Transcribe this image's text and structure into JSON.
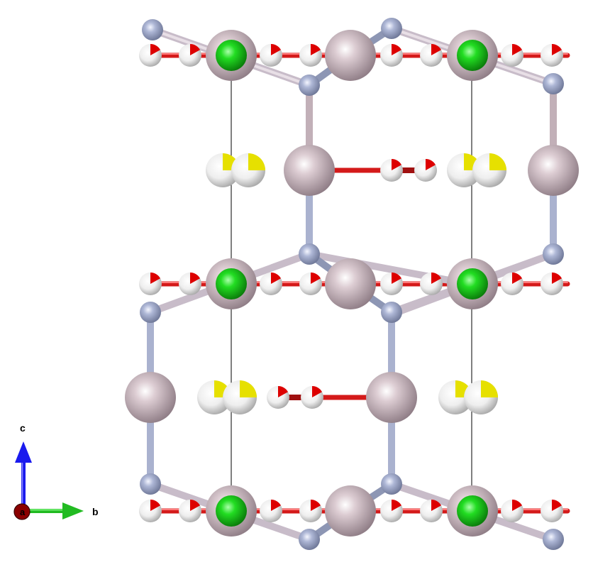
{
  "axes": {
    "a_label": "a",
    "b_label": "b",
    "c_label": "c",
    "a_color": "#8b0000",
    "b_color": "#22bb22",
    "c_color": "#1a1aee"
  },
  "colors": {
    "metal_large": "#c7b3bb",
    "metal_large_edge": "#8d7a84",
    "green_atom": "#22dd22",
    "blue_atom": "#a9b2d1",
    "blue_atom_edge": "#7f88a8",
    "white_atom": "#f0f0f0",
    "oxygen_wedge": "#dd0000",
    "sulfur_wedge": "#e6e000",
    "bond_red": "#e02020",
    "bond_darkred": "#a01010",
    "cell_edge": "#000000"
  },
  "atom_types": [
    "large-metal",
    "green-metal",
    "blue-atom",
    "partial-oxygen",
    "partial-sulfur"
  ]
}
